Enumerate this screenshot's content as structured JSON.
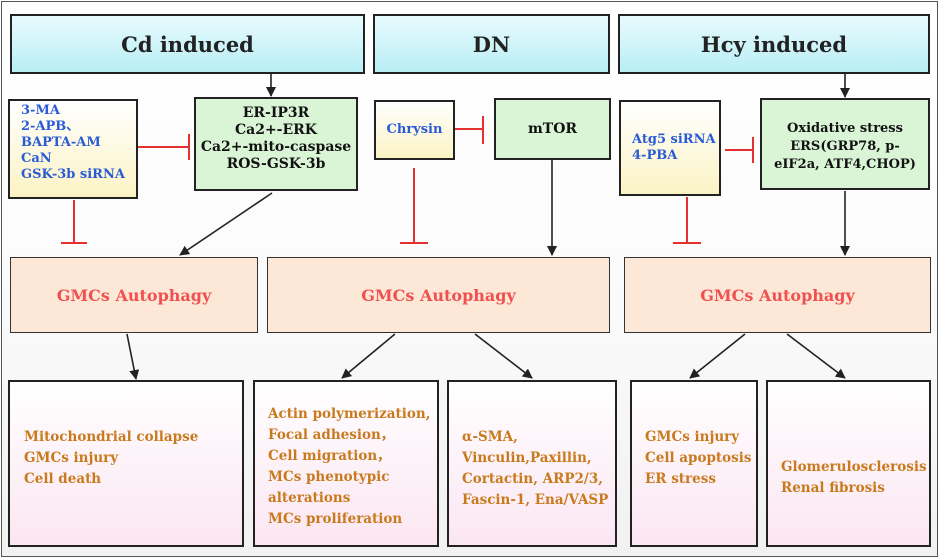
{
  "headers": {
    "cd": "Cd induced",
    "dn": "DN",
    "hcy": "Hcy induced"
  },
  "inhibitors": {
    "cd": [
      "3-MA",
      "2-APB、",
      "BAPTA-AM",
      "CaN",
      "GSK-3b siRNA"
    ],
    "dn": [
      "Chrysin"
    ],
    "hcy": [
      "Atg5 siRNA",
      "4-PBA"
    ]
  },
  "pathways": {
    "cd": [
      "ER-IP3R",
      "Ca2+-ERK",
      "Ca2+-mito-caspase",
      "ROS-GSK-3b"
    ],
    "dn": [
      "mTOR"
    ],
    "hcy": [
      "Oxidative stress",
      "ERS(GRP78, p-",
      "eIF2a,  ATF4,CHOP)"
    ]
  },
  "autophagy": {
    "cd": "GMCs Autophagy",
    "dn": "GMCs Autophagy",
    "hcy": "GMCs Autophagy"
  },
  "outcomes": {
    "cd": [
      "Mitochondrial collapse",
      "GMCs injury",
      "Cell death"
    ],
    "dn1": [
      "Actin polymerization,",
      "Focal adhesion，",
      "Cell migration，",
      "MCs phenotypic",
      "alterations",
      "MCs proliferation"
    ],
    "dn2": [
      "α-SMA,",
      "Vinculin,Paxillin,",
      "Cortactin, ARP2/3,",
      "Fascin-1, Ena/VASP"
    ],
    "hcy1": [
      "GMCs injury",
      "Cell apoptosis",
      "ER stress"
    ],
    "hcy2": [
      "Glomerulosclerosis",
      "Renal fibrosis"
    ]
  },
  "colors": {
    "header": "#b8eef5",
    "inhibitor": "#fbf3c4",
    "pathway": "#d9f5d6",
    "autophagy": "#fde7d6",
    "outcome": "#fbe6f2",
    "inhibitor_text": "#2a5bd7",
    "autophagy_text": "#f05050",
    "outcome_text": "#c97a1e",
    "inhibit_bar": "#e53030"
  }
}
